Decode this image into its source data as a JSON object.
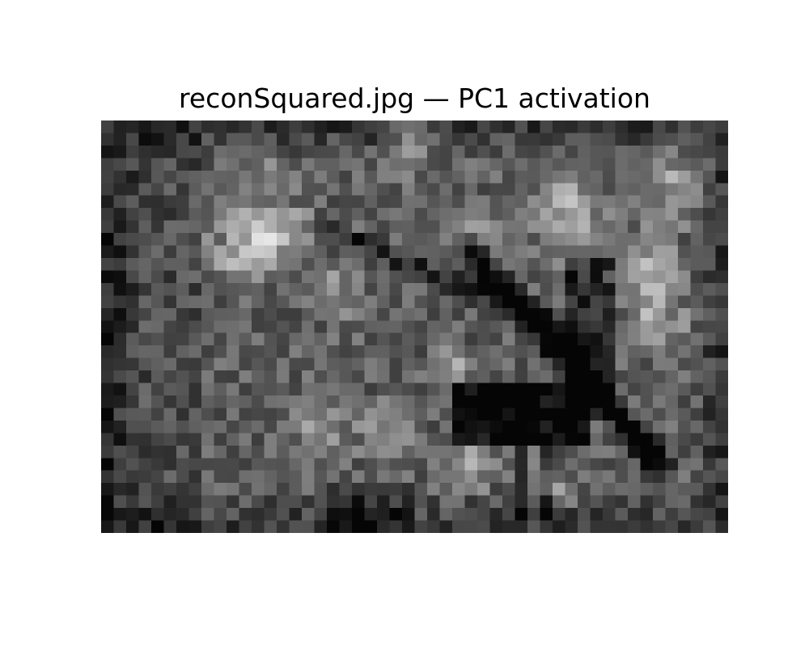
{
  "figure": {
    "title": "reconSquared.jpg — PC1 activation"
  },
  "image": {
    "type": "grayscale activation map",
    "colormap": "gray",
    "grid_columns": 50,
    "grid_rows": 33,
    "axes_visible": false
  }
}
